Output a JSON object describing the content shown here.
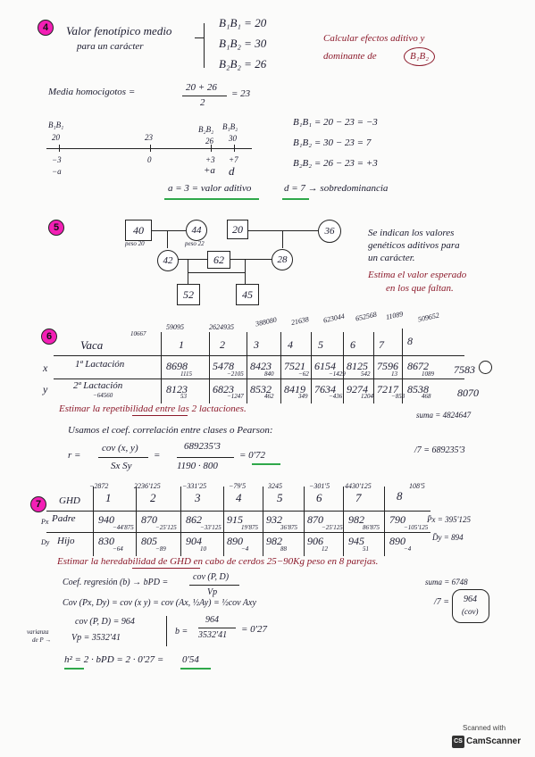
{
  "p4": {
    "num": "4",
    "title1": "Valor fenotípico medio",
    "title2": "para un carácter",
    "g1": "B₁B₁ = 20",
    "g2": "B₁B₂ = 30",
    "g3": "B₂B₂ = 26",
    "task1": "Calcular efectos aditivo y",
    "task2a": "dominante de",
    "task2b": "B₁B₂",
    "mh_label": "Media homocigotos =",
    "mh_num": "20 + 26",
    "mh_den": "2",
    "mh_res": "= 23",
    "axis_b1b1": "B₁B₁",
    "axis_b1b2": "B₁B₂",
    "axis_b2b2": "B₂B₂",
    "t20": "20",
    "t23": "23",
    "t26": "26",
    "t30": "30",
    "b_m3": "−3",
    "b_0": "0",
    "b_p3": "+3",
    "b_p7": "+7",
    "b_ma": "−a",
    "b_pa": "+a",
    "b_d": "d",
    "e1": "B₁B₁ = 20 − 23 = −3",
    "e2": "B₁B₂ = 30 − 23 = 7",
    "e3": "B₂B₂ = 26 − 23 = +3",
    "a_res": "a = 3 = valor aditivo",
    "d_res": "d = 7 → sobredominancia"
  },
  "p5": {
    "num": "5",
    "n40": "40",
    "n44": "44",
    "n20": "20",
    "n36": "36",
    "n42": "42",
    "n62": "62",
    "n28": "28",
    "n52": "52",
    "n45": "45",
    "peso20": "peso 20",
    "peso22": "peso 22",
    "d1": "Se indican los valores",
    "d2": "genéticos aditivos para",
    "d3": "un carácter.",
    "r1": "Estima el valor esperado",
    "r2": "en los que faltan."
  },
  "p6": {
    "num": "6",
    "aux": [
      "10667",
      "59095",
      "2624935",
      "388080",
      "21638",
      "623044",
      "652568",
      "11089",
      "509652"
    ],
    "vaca": "Vaca",
    "cols": [
      "1",
      "2",
      "3",
      "4",
      "5",
      "6",
      "7",
      "8"
    ],
    "x": "x",
    "y": "y",
    "r1label": "1ª Lactación",
    "r2label": "2ª Lactación",
    "r1": [
      "8698",
      "5478",
      "8423",
      "7521",
      "6154",
      "8125",
      "7596",
      "8672"
    ],
    "r1s": [
      "1115",
      "−2105",
      "840",
      "−62",
      "−1429",
      "542",
      "13",
      "1089"
    ],
    "r2": [
      "8123",
      "6823",
      "8532",
      "8419",
      "7634",
      "9274",
      "7217",
      "8538"
    ],
    "r2s": [
      "53",
      "−1247",
      "462",
      "349",
      "−436",
      "1204",
      "−853",
      "468"
    ],
    "mx": "7583",
    "my": "8070",
    "note64560": "−64560",
    "task": "Estimar la repetibilidad entre las 2 lactaciones.",
    "suma": "suma = 4824647",
    "uses": "Usamos el coef. correlación entre clases o Pearson:",
    "r_eq": "r =",
    "frac1n": "cov (x, y)",
    "frac1d": "Sx Sy",
    "frac2n": "689235'3",
    "frac2d": "1190 · 800",
    "r_res": "= 0'72",
    "div7": "/7 = 689235'3"
  },
  "p7": {
    "num": "7",
    "aux": [
      "−2872",
      "2236'125",
      "−331'25",
      "−79'5",
      "3245",
      "−301'5",
      "4430'125",
      "108'5"
    ],
    "ghd": "GHD",
    "cols": [
      "1",
      "2",
      "3",
      "4",
      "5",
      "6",
      "7",
      "8"
    ],
    "px": "Px",
    "dy": "Dy",
    "padre": "Padre",
    "hijo": "Hijo",
    "r1": [
      "940",
      "870",
      "862",
      "915",
      "932",
      "870",
      "982",
      "790"
    ],
    "r1s": [
      "−44'875",
      "−25'125",
      "−33'125",
      "19'875",
      "36'875",
      "−25'125",
      "86'875",
      "−105'125"
    ],
    "r2": [
      "830",
      "805",
      "904",
      "890",
      "982",
      "906",
      "945",
      "890"
    ],
    "r2s": [
      "−64",
      "−89",
      "10",
      "−4",
      "88",
      "12",
      "51",
      "−4"
    ],
    "mpx": "P̄x = 395'125",
    "mdy": "D̄y = 894",
    "task": "Estimar la heredabilidad de GHD en cabo de cerdos 25−90Kg peso en 8 parejas.",
    "l1a": "Coef. regresión (b) → bPD =",
    "l1n": "cov (P, D)",
    "l1d": "Vp",
    "suma": "suma = 6748",
    "l2": "Cov (Px, Dy) = cov (x y) = cov (Ax, ½Ay) = ½cov Axy",
    "div7": "/7 =",
    "boxed1": "964",
    "boxed2": "(cov)",
    "l3": "cov (P, D) = 964",
    "vlab1": "varianza",
    "vlab2": "de P →",
    "l4": "Vp = 3532'41",
    "bn": "964",
    "bd": "3532'41",
    "bres": "= 0'27",
    "h2": "h² = 2 · bPD = 2 · 0'27 =",
    "h2res": "0'54"
  },
  "scanner": {
    "line1": "Scanned with",
    "logo": "CS",
    "line2": "CamScanner"
  }
}
